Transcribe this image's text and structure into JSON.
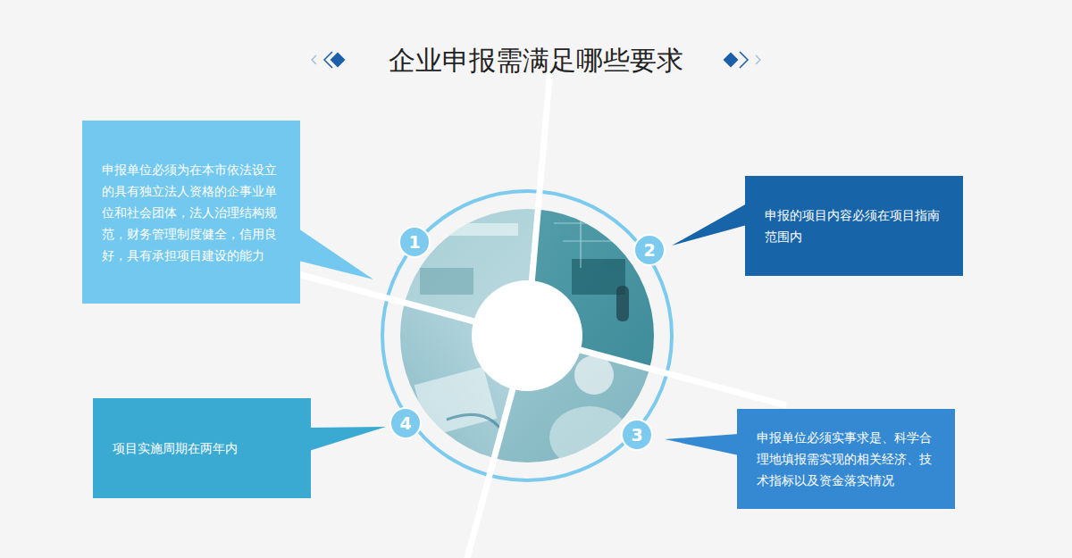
{
  "diagram": {
    "title": "企业申报需满足哪些要求",
    "nodes": [
      {
        "text": [
          "申报单位必须为在本市依法设立的具有独立法人资格的企事业单位和社会团体，法人治理结构规范，财务管理制度健全，信用良好，具有承担项目建设的能力"
        ]
      },
      {
        "text": [
          "申报的项目内容必须在项目指南范围内"
        ]
      },
      {
        "text": [
          "项目实施周期在两年内"
        ]
      },
      {
        "text": [
          "申报单位必须实事求是、科学合理地填报需实现的相关经济、技术指标以及资金落实情况"
        ]
      }
    ],
    "labels": [
      "1",
      "2",
      "3",
      "4"
    ]
  }
}
